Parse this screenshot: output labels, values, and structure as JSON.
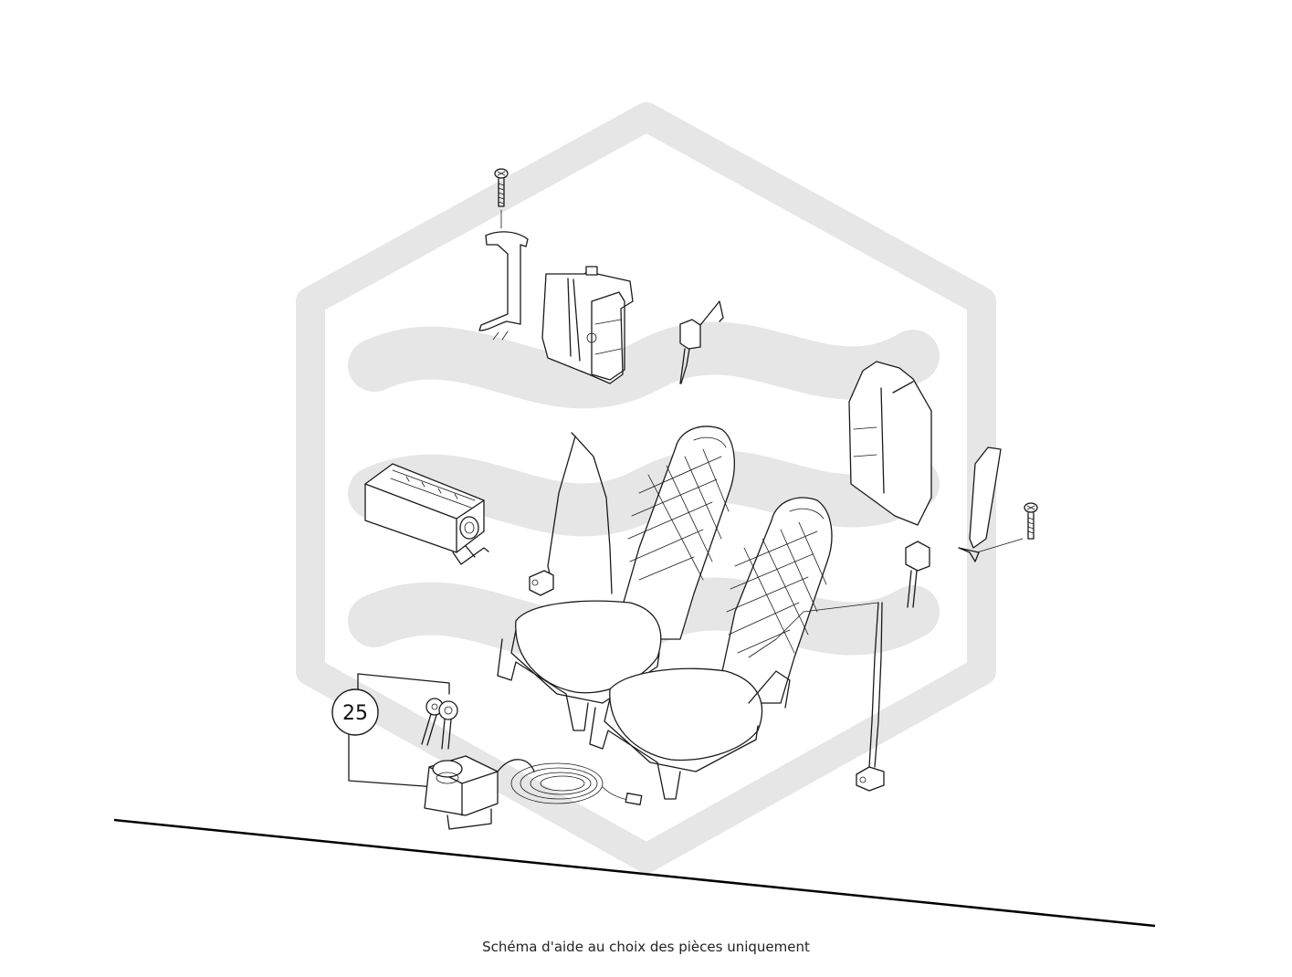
{
  "callouts": [
    {
      "label": "25"
    }
  ],
  "caption": "Schéma d'aide au choix des pièces uniquement",
  "colors": {
    "line": "#1a1a1a",
    "watermark": "#e6e6e6",
    "background": "#ffffff"
  },
  "icons": {
    "watermark": "hexagon-wave-logo-watermark"
  }
}
